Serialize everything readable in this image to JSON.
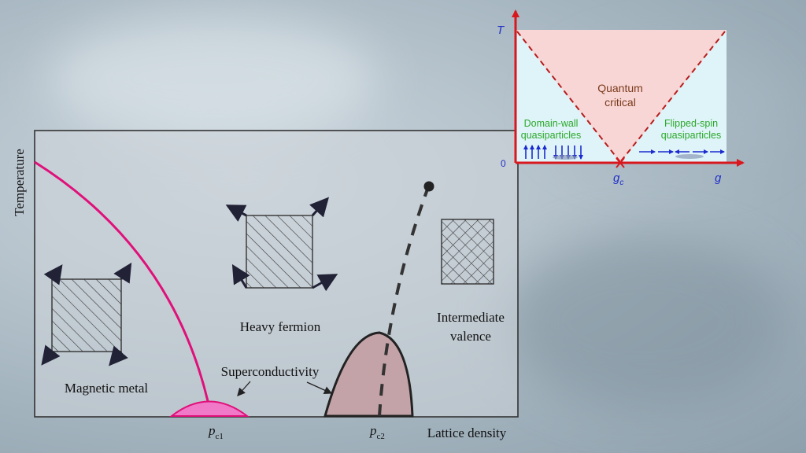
{
  "main_diagram": {
    "y_axis_label": "Temperature",
    "x_axis_label": "Lattice density",
    "pc1_label": "p",
    "pc1_sub": "c1",
    "pc2_label": "p",
    "pc2_sub": "c2",
    "regions": {
      "magnetic_metal": "Magnetic metal",
      "heavy_fermion": "Heavy fermion",
      "intermediate_valence_line1": "Intermediate",
      "intermediate_valence_line2": "valence",
      "superconductivity": "Superconductivity"
    },
    "colors": {
      "magnetic_boundary": "#e0107a",
      "sc_dome_1": "#f07ac8",
      "sc_dome_2": "#c4a3a8",
      "frame_bg": "#cfd6db"
    }
  },
  "inset_diagram": {
    "y_axis_label": "T",
    "x_axis_label": "g",
    "zero_label": "0",
    "critical_point_label": "g",
    "critical_point_sub": "c",
    "qc_line1": "Quantum",
    "qc_line2": "critical",
    "left_line1": "Domain-wall",
    "left_line2": "quasiparticles",
    "right_line1": "Flipped-spin",
    "right_line2": "quasiparticles",
    "colors": {
      "axes": "#d8181e",
      "qc_fill": "#f8d6d6",
      "side_fill": "#dff4f8",
      "label_green": "#2ba82b",
      "label_brown": "#7a3a1a",
      "axis_label_blue": "#2030c8",
      "arrows_blue": "#1c2bd0"
    }
  }
}
